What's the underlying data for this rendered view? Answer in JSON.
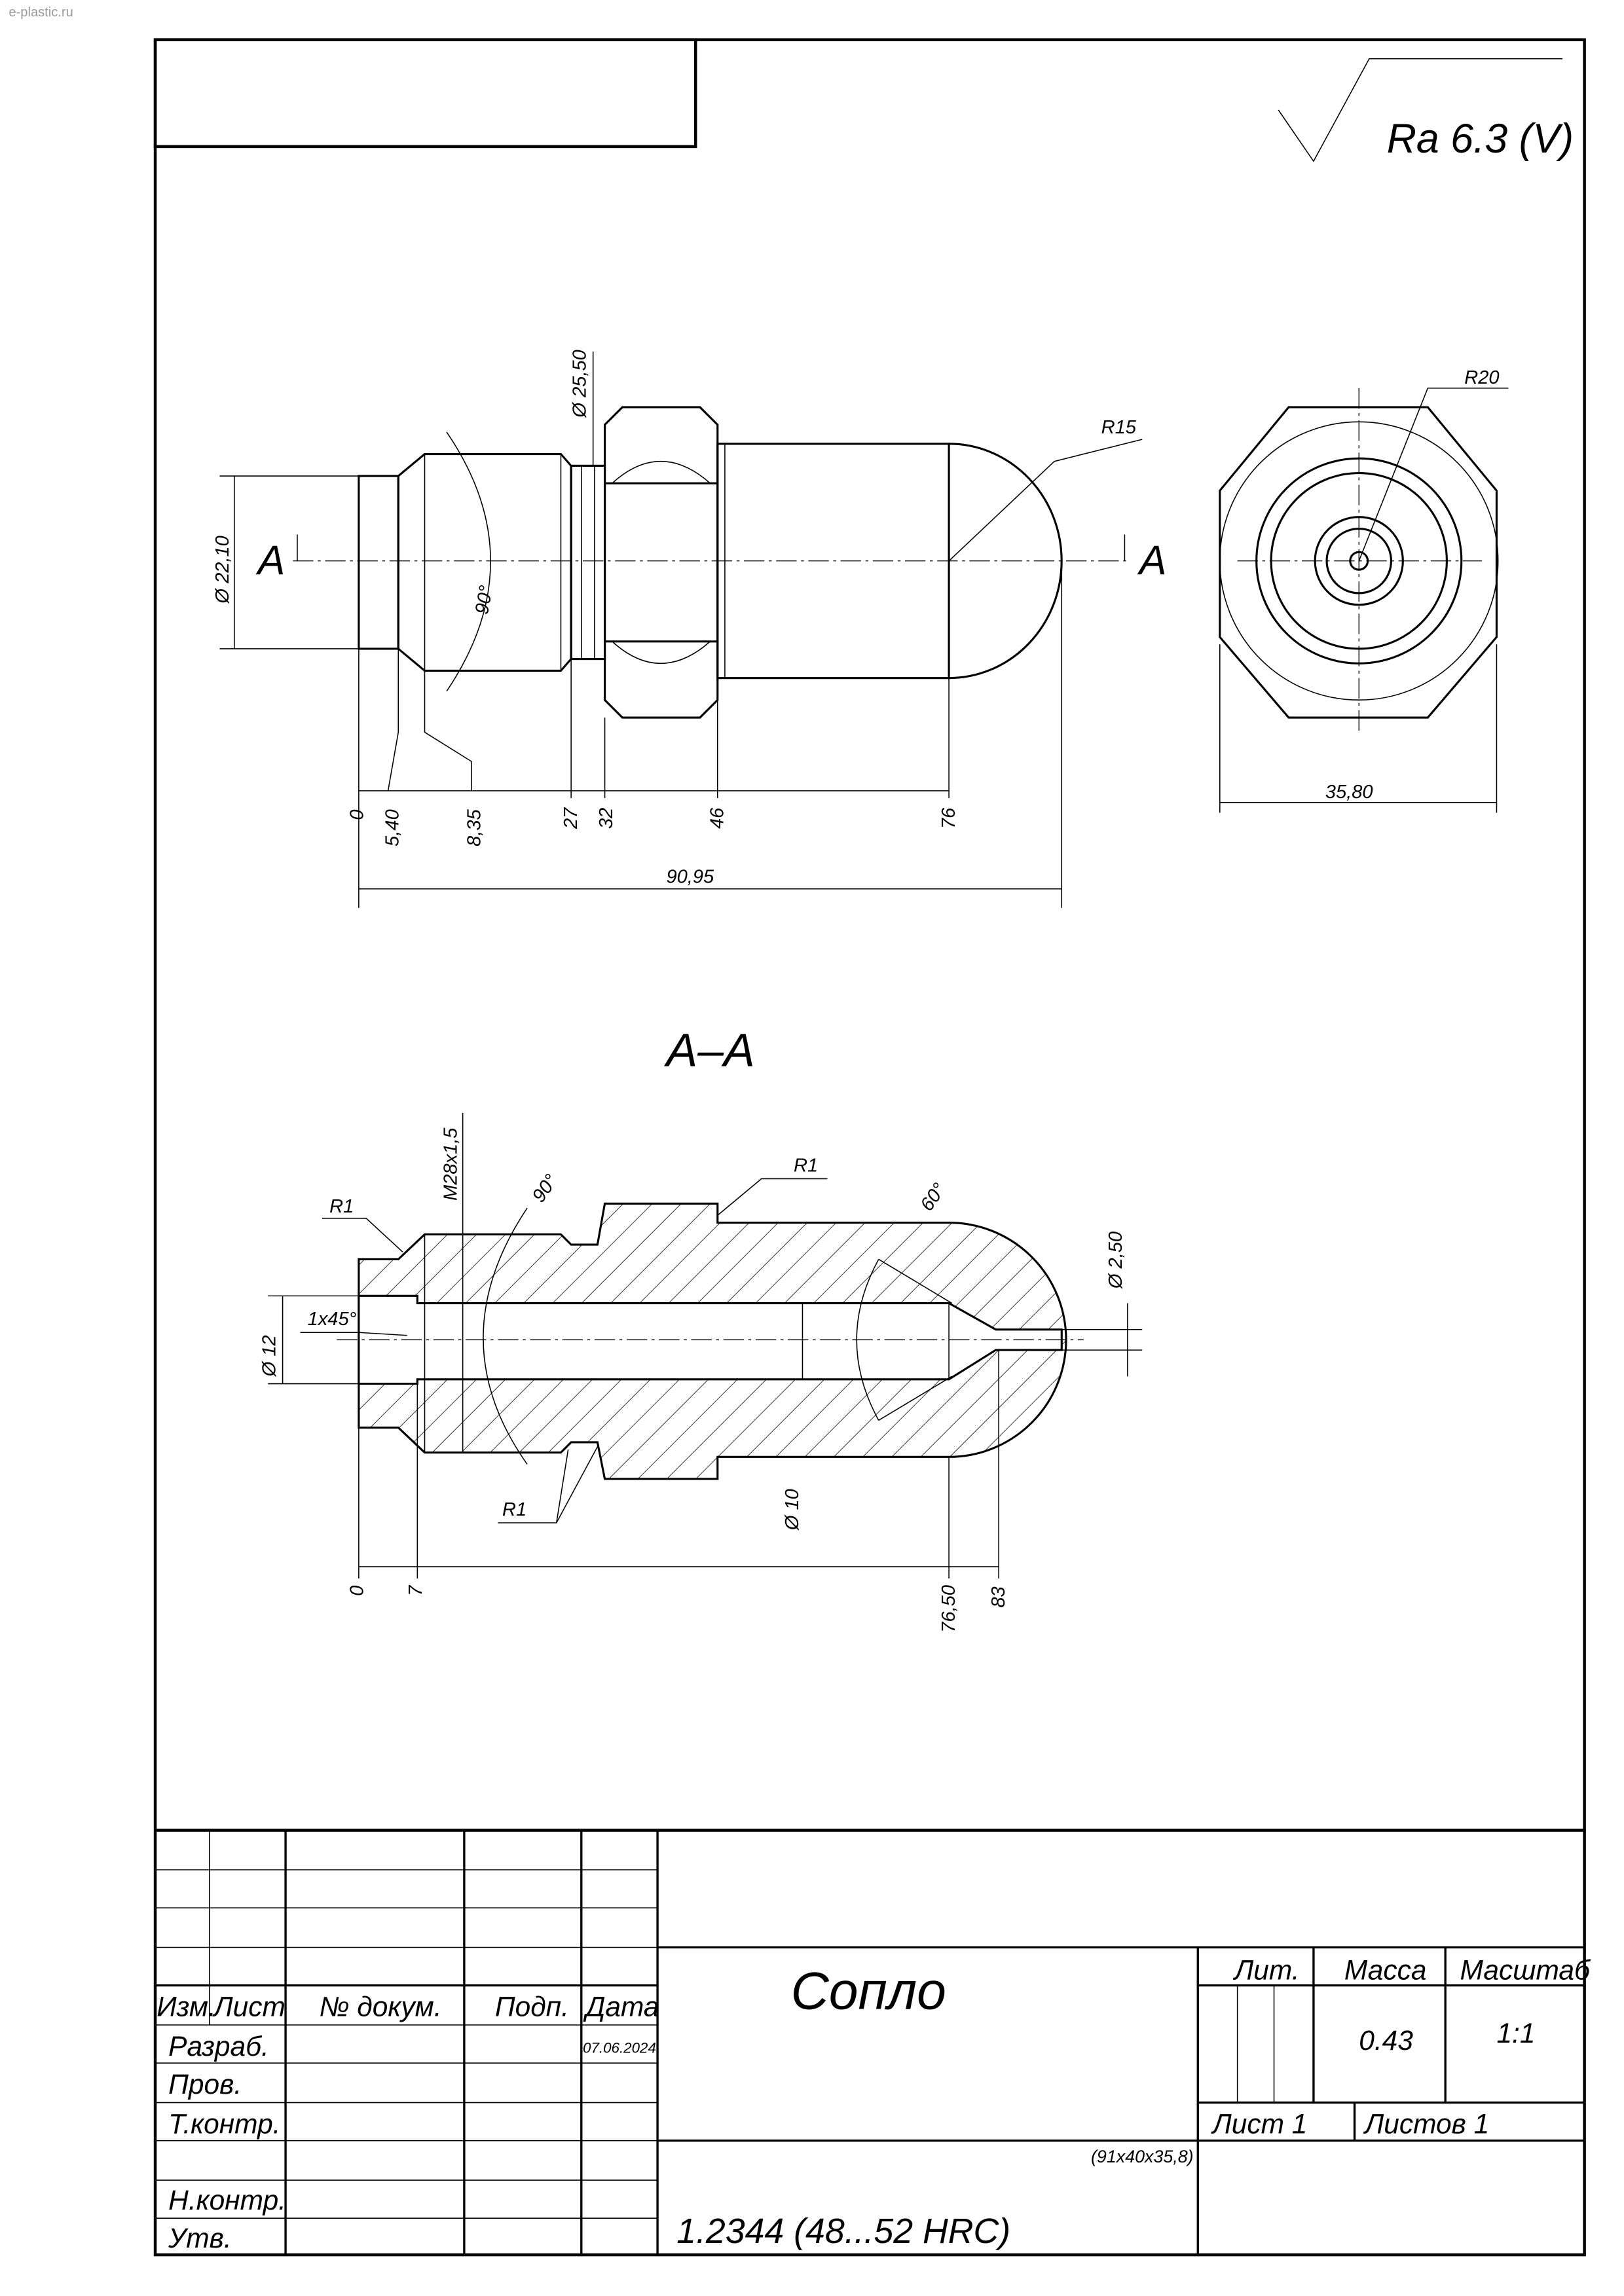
{
  "watermark": "e-plastic.ru",
  "roughness": "Ra 6.3 (V)",
  "main_view": {
    "section_marker": "A",
    "dims": {
      "d_flange": "Ø 22,10",
      "d_thread": "Ø 25,50",
      "angle": "90°",
      "radius": "R15",
      "x0": "0",
      "x1": "5,40",
      "x2": "8,35",
      "x3": "27",
      "x4": "32",
      "x5": "46",
      "x6": "76",
      "overall": "90,95"
    }
  },
  "end_view": {
    "radius": "R20",
    "width": "35,80"
  },
  "section_view": {
    "title": "A–A",
    "dims": {
      "thread": "M28x1,5",
      "angle90": "90°",
      "r1_top": "R1",
      "r1_left": "R1",
      "r1_bottom": "R1",
      "angle60": "60°",
      "chamfer": "1x45°",
      "d12": "Ø 12",
      "d250": "Ø 2,50",
      "d10": "Ø 10",
      "x0": "0",
      "x1": "7",
      "x2": "76,50",
      "x3": "83"
    }
  },
  "title_block": {
    "headers": [
      "Изм.",
      "Лист",
      "№ докум.",
      "Подп.",
      "Дата"
    ],
    "rows": [
      "Разраб.",
      "Пров.",
      "Т.контр.",
      "Н.контр.",
      "Утв."
    ],
    "date": "07.06.2024",
    "part_name": "Сопло",
    "lit_label": "Лит.",
    "mass_label": "Масса",
    "scale_label": "Масштаб",
    "mass": "0.43",
    "scale": "1:1",
    "sheet": "Лист 1",
    "sheets": "Листов 1",
    "blank_size": "(91x40x35,8)",
    "material": "1.2344 (48...52 HRC)"
  }
}
